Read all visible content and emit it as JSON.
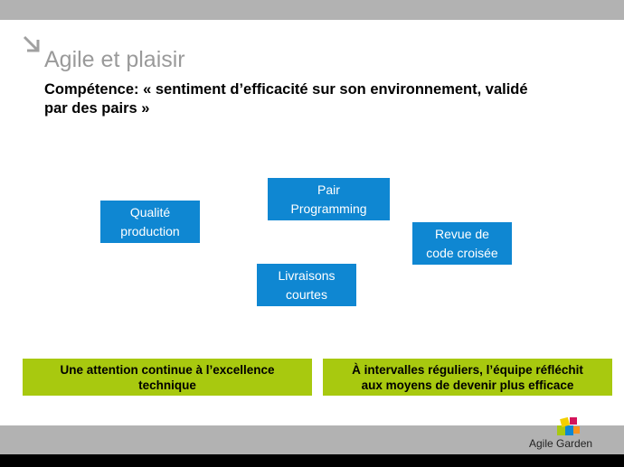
{
  "slide": {
    "title": "Agile et plaisir",
    "subtitle_line1": "Compétence: « sentiment d’efficacité sur son environnement, validé",
    "subtitle_line2": "par des pairs »"
  },
  "boxes": {
    "qualite": [
      "Qualité",
      "production"
    ],
    "pair": [
      "Pair",
      "Programming"
    ],
    "revue": [
      "Revue de",
      "code croisée"
    ],
    "livraisons": [
      "Livraisons",
      "courtes"
    ]
  },
  "principles": {
    "left": [
      "Une attention continue à l’excellence",
      "technique"
    ],
    "right": [
      "À intervalles réguliers, l’équipe réfléchit",
      "aux moyens de devenir plus efficace"
    ]
  },
  "logo": {
    "text": "Agile Garden"
  },
  "colors": {
    "blue_box": "#0f87d2",
    "green_box": "#a8c90f",
    "bars": "#b2b2b2"
  },
  "icons": {
    "corner_arrow": "arrow-down-right-icon",
    "logo": "agile-garden-logo-icon"
  }
}
